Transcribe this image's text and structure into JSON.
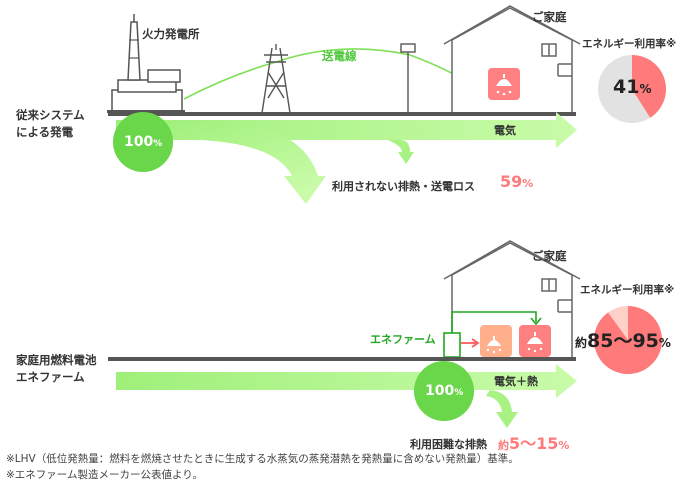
{
  "top": {
    "plant_label": "火力発電所",
    "home_label": "ご家庭",
    "line_label": "送電線",
    "system_label_1": "従来システム",
    "system_label_2": "による発電",
    "start_percent": "100",
    "start_unit": "%",
    "flow_label": "電気",
    "loss_label": "利用されない排熱・送電ロス",
    "loss_value": "59",
    "loss_unit": "%",
    "rate_label": "エネルギー利用率※",
    "rate_value": "41",
    "rate_unit": "%",
    "rate_fraction": 0.41
  },
  "bottom": {
    "home_label": "ご家庭",
    "system_label_1": "家庭用燃料電池",
    "system_label_2": "エネファーム",
    "device_label": "エネファーム",
    "start_percent": "100",
    "start_unit": "%",
    "flow_label": "電気＋熱",
    "loss_label": "利用困難な排熱",
    "loss_prefix": "約",
    "loss_value": "5～15",
    "loss_unit": "%",
    "rate_label": "エネルギー利用率※",
    "rate_prefix": "約",
    "rate_value": "85～95",
    "rate_unit": "%",
    "rate_fraction": 0.9
  },
  "footnotes": {
    "note1": "※LHV（低位発熱量：燃料を燃焼させたときに生成する水蒸気の蒸発潜熱を発熱量に含めない発熱量）基準。",
    "note2": "※エネファーム製造メーカー公表値より。"
  },
  "colors": {
    "green_light": "#b6f58e",
    "green_mid": "#8de86a",
    "green_circle": "#6ad64a",
    "green_line": "#22a822",
    "pink": "#ff7a7a",
    "pink_pale": "#ffd0c8",
    "pie_gray": "#e2e2e2",
    "ground": "#555555",
    "icon_box": "#ff8080",
    "icon_box_warm": "#ffb08a"
  }
}
